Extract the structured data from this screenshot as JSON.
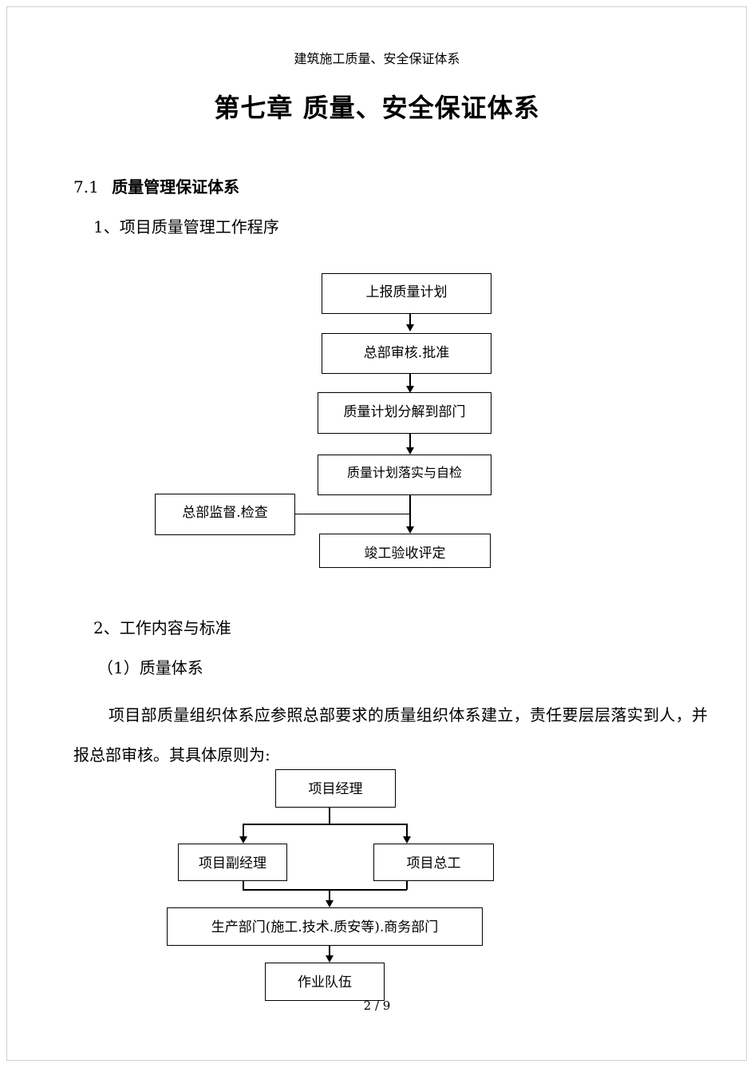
{
  "header": {
    "running_title": "建筑施工质量、安全保证体系"
  },
  "chapter": {
    "title": "第七章   质量、安全保证体系"
  },
  "section": {
    "number": "7.1",
    "title": "质量管理保证体系"
  },
  "item1": {
    "heading": "1、项目质量管理工作程序"
  },
  "flow1": {
    "steps": [
      "上报质量计划",
      "总部审核.批准",
      "质量计划分解到部门",
      "质量计划落实与自检",
      "竣工验收评定"
    ],
    "side": "总部监督.检查"
  },
  "item2": {
    "heading": "2、工作内容与标准"
  },
  "sub1": {
    "heading": "（1）质量体系"
  },
  "paragraph": "项目部质量组织体系应参照总部要求的质量组织体系建立，责任要层层落实到人，并报总部审核。其具体原则为:",
  "org": {
    "top": "项目经理",
    "left": "项目副经理",
    "right": "项目总工",
    "dept": "生产部门(施工.技术.质安等).商务部门",
    "team": "作业队伍"
  },
  "footer": {
    "page": "2 / 9"
  }
}
